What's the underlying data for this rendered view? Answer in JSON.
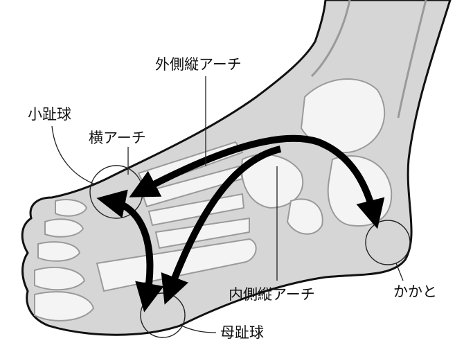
{
  "labels": {
    "lateral_arch": "外側縦アーチ",
    "little_toe_ball": "小趾球",
    "transverse_arch": "横アーチ",
    "medial_arch": "内側縦アーチ",
    "heel": "かかと",
    "big_toe_ball": "母趾球"
  },
  "colors": {
    "skin": "#d6d6d6",
    "bone": "#f4f4f4",
    "arrow": "#000000"
  }
}
